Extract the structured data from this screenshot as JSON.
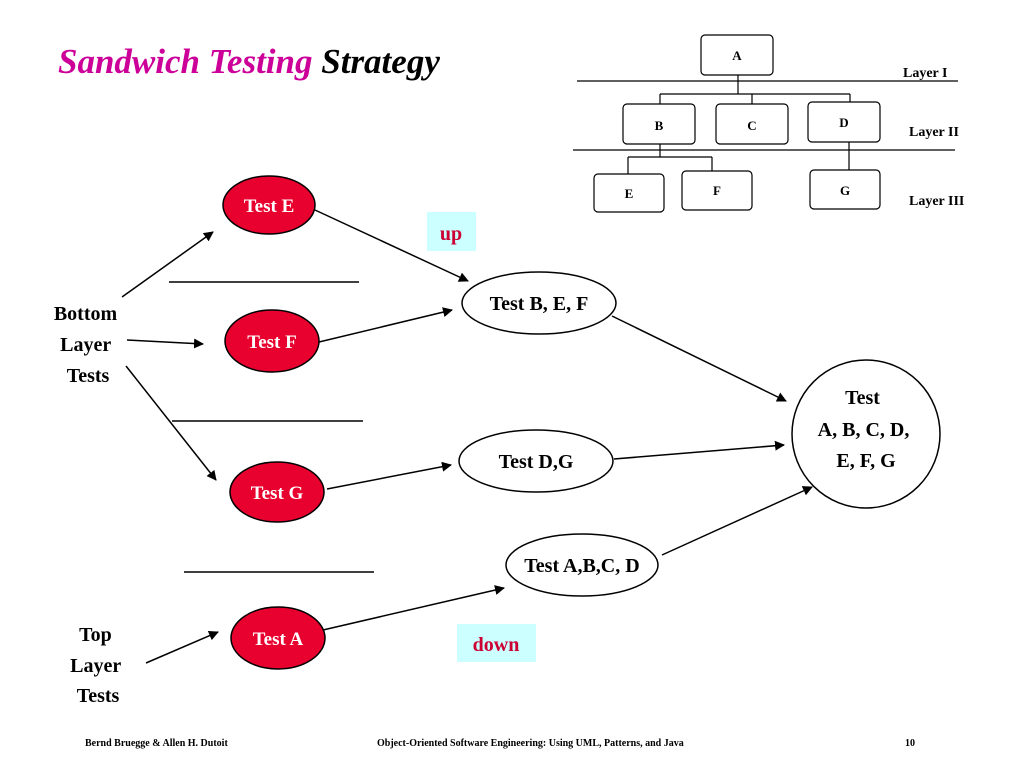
{
  "title": {
    "part1": "Sandwich Testing",
    "part2": "Strategy"
  },
  "hierarchy": {
    "modules": {
      "a": "A",
      "b": "B",
      "c": "C",
      "d": "D",
      "e": "E",
      "f": "F",
      "g": "G"
    },
    "layers": {
      "layer1": "Layer I",
      "layer2": "Layer II",
      "layer3": "Layer III"
    }
  },
  "groups": {
    "bottom": [
      "Bottom",
      "Layer",
      "Tests"
    ],
    "top": [
      "Top",
      "Layer",
      "Tests"
    ]
  },
  "tests": {
    "test_e": "Test E",
    "test_f": "Test F",
    "test_g": "Test G",
    "test_a": "Test A",
    "test_bef": "Test B, E, F",
    "test_dg": "Test D,G",
    "test_abcd": "Test A,B,C, D",
    "test_all": [
      "Test",
      "A, B, C, D,",
      "E, F, G"
    ]
  },
  "labels": {
    "up": "up",
    "down": "down"
  },
  "colors": {
    "title_accent": "#cc0099",
    "test_fill": "#e8002e",
    "label_bg": "#ccffff",
    "label_text": "#cc0033"
  },
  "footer": {
    "authors": "Bernd Bruegge & Allen H. Dutoit",
    "book": "Object-Oriented Software Engineering: Using UML, Patterns, and Java",
    "page": "10"
  }
}
